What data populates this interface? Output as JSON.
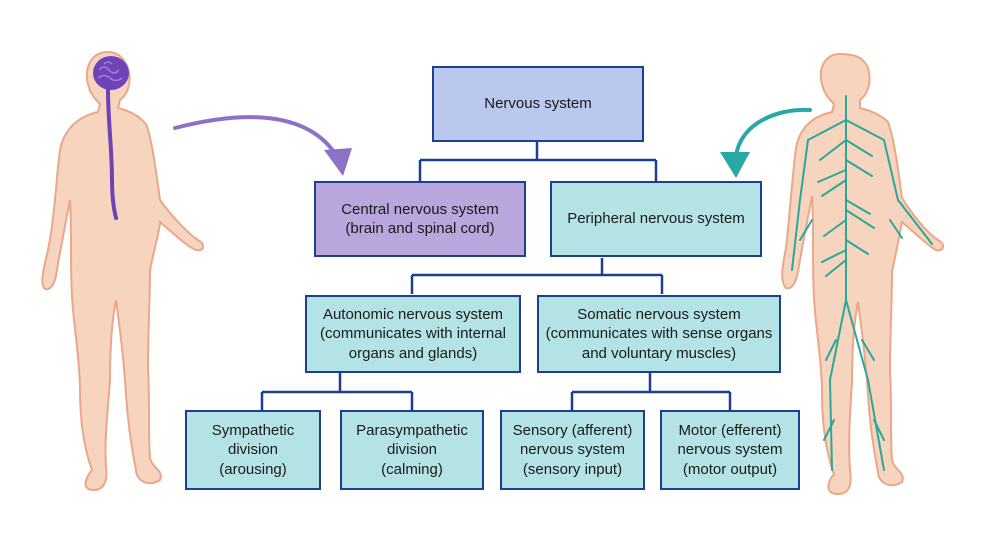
{
  "colors": {
    "root_fill": "#b9c8ec",
    "cns_fill": "#b8a6dc",
    "pns_fill": "#b4e3e6",
    "border": "#1d3f91",
    "cns_arrow": "#8c72c7",
    "pns_arrow": "#28a9a6",
    "skin": "#f7d4bd",
    "brain": "#6f43b8",
    "nerves": "#2aa79b"
  },
  "icons": {
    "left_figure": "human-body-cns-icon",
    "right_figure": "human-body-pns-icon"
  },
  "nodes": {
    "root": {
      "label": "Nervous system"
    },
    "cns": {
      "line1": "Central nervous system",
      "line2": "(brain and spinal cord)"
    },
    "pns": {
      "label": "Peripheral nervous system"
    },
    "autonomic": {
      "line1": "Autonomic nervous system",
      "line2": "(communicates with internal",
      "line3": "organs and glands)"
    },
    "somatic": {
      "line1": "Somatic nervous system",
      "line2": "(communicates with sense organs",
      "line3": "and voluntary muscles)"
    },
    "sympathetic": {
      "line1": "Sympathetic",
      "line2": "division",
      "line3": "(arousing)"
    },
    "parasympathetic": {
      "line1": "Parasympathetic",
      "line2": "division",
      "line3": "(calming)"
    },
    "sensory": {
      "line1": "Sensory (afferent)",
      "line2": "nervous system",
      "line3": "(sensory input)"
    },
    "motor": {
      "line1": "Motor (efferent)",
      "line2": "nervous system",
      "line3": "(motor output)"
    }
  }
}
